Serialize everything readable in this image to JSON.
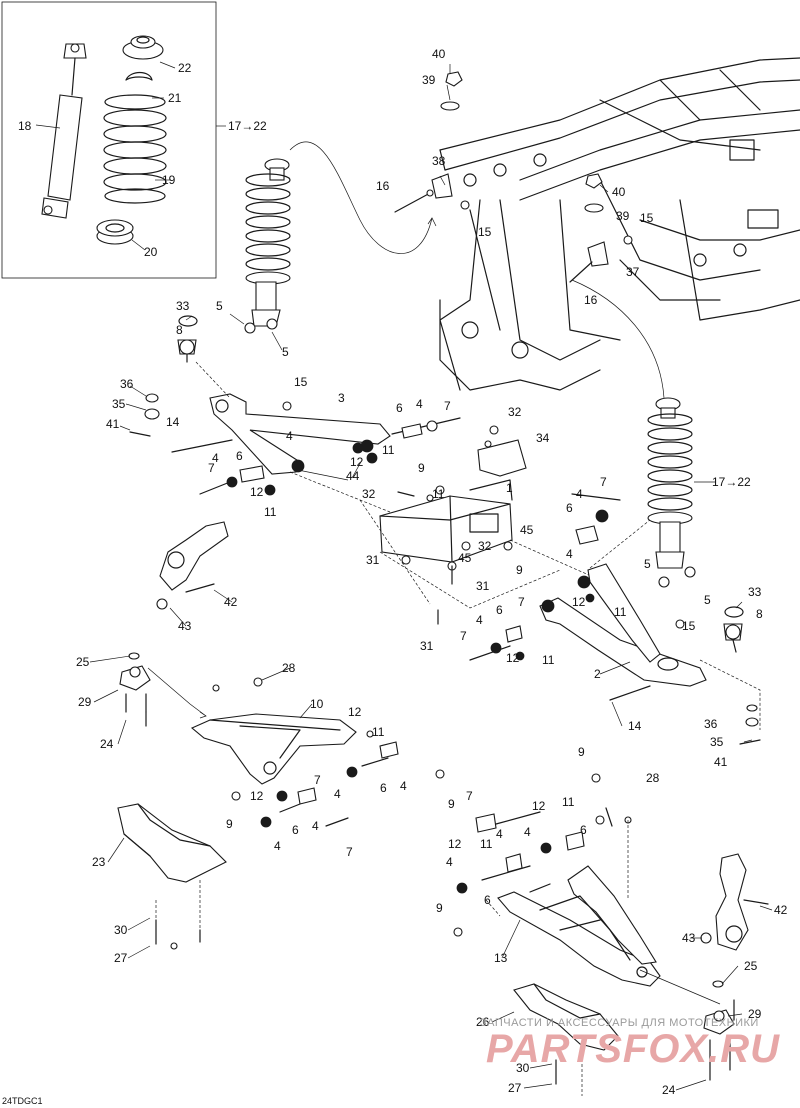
{
  "diagram_ref": "24TDGC1",
  "callouts": {
    "c1": "1",
    "c2": "2",
    "c3": "3",
    "c4a": "4",
    "c4b": "4",
    "c4c": "4",
    "c4d": "4",
    "c4e": "4",
    "c4f": "4",
    "c4g": "4",
    "c4h": "4",
    "c4i": "4",
    "c4j": "4",
    "c5a": "5",
    "c5b": "5",
    "c5c": "5",
    "c5d": "5",
    "c6a": "6",
    "c6b": "6",
    "c6c": "6",
    "c6d": "6",
    "c6e": "6",
    "c6f": "6",
    "c6g": "6",
    "c6h": "6",
    "c7a": "7",
    "c7b": "7",
    "c7c": "7",
    "c7d": "7",
    "c7e": "7",
    "c7f": "7",
    "c7g": "7",
    "c7h": "7",
    "c8a": "8",
    "c8b": "8",
    "c9a": "9",
    "c9b": "9",
    "c9c": "9",
    "c9d": "9",
    "c9e": "9",
    "c9f": "9",
    "c10": "10",
    "c11a": "11",
    "c11b": "11",
    "c11c": "11",
    "c11d": "11",
    "c11e": "11",
    "c11f": "11",
    "c11g": "11",
    "c11h": "11",
    "c12a": "12",
    "c12b": "12",
    "c12c": "12",
    "c12d": "12",
    "c12e": "12",
    "c12f": "12",
    "c12g": "12",
    "c12h": "12",
    "c13": "13",
    "c14a": "14",
    "c14b": "14",
    "c15a": "15",
    "c15b": "15",
    "c15c": "15",
    "c15d": "15",
    "c16a": "16",
    "c16b": "16",
    "c17a": "17→22",
    "c17b": "17→22",
    "c18": "18",
    "c19": "19",
    "c20": "20",
    "c21": "21",
    "c22": "22",
    "c23": "23",
    "c24a": "24",
    "c24b": "24",
    "c25a": "25",
    "c25b": "25",
    "c26": "26",
    "c27a": "27",
    "c27b": "27",
    "c28a": "28",
    "c28b": "28",
    "c29a": "29",
    "c29b": "29",
    "c30a": "30",
    "c30b": "30",
    "c31a": "31",
    "c31b": "31",
    "c31c": "31",
    "c32a": "32",
    "c32b": "32",
    "c32c": "32",
    "c33a": "33",
    "c33b": "33",
    "c34": "34",
    "c35a": "35",
    "c35b": "35",
    "c36a": "36",
    "c36b": "36",
    "c37": "37",
    "c38": "38",
    "c39a": "39",
    "c39b": "39",
    "c40a": "40",
    "c40b": "40",
    "c41a": "41",
    "c41b": "41",
    "c42a": "42",
    "c42b": "42",
    "c43a": "43",
    "c43b": "43",
    "c44": "44",
    "c45a": "45",
    "c45b": "45"
  },
  "watermark": {
    "tagline": "ЗАПЧАСТИ И АКСЕССУАРЫ ДЛЯ МОТОТЕХНИКИ",
    "brand": "PARTSFOX.RU"
  }
}
